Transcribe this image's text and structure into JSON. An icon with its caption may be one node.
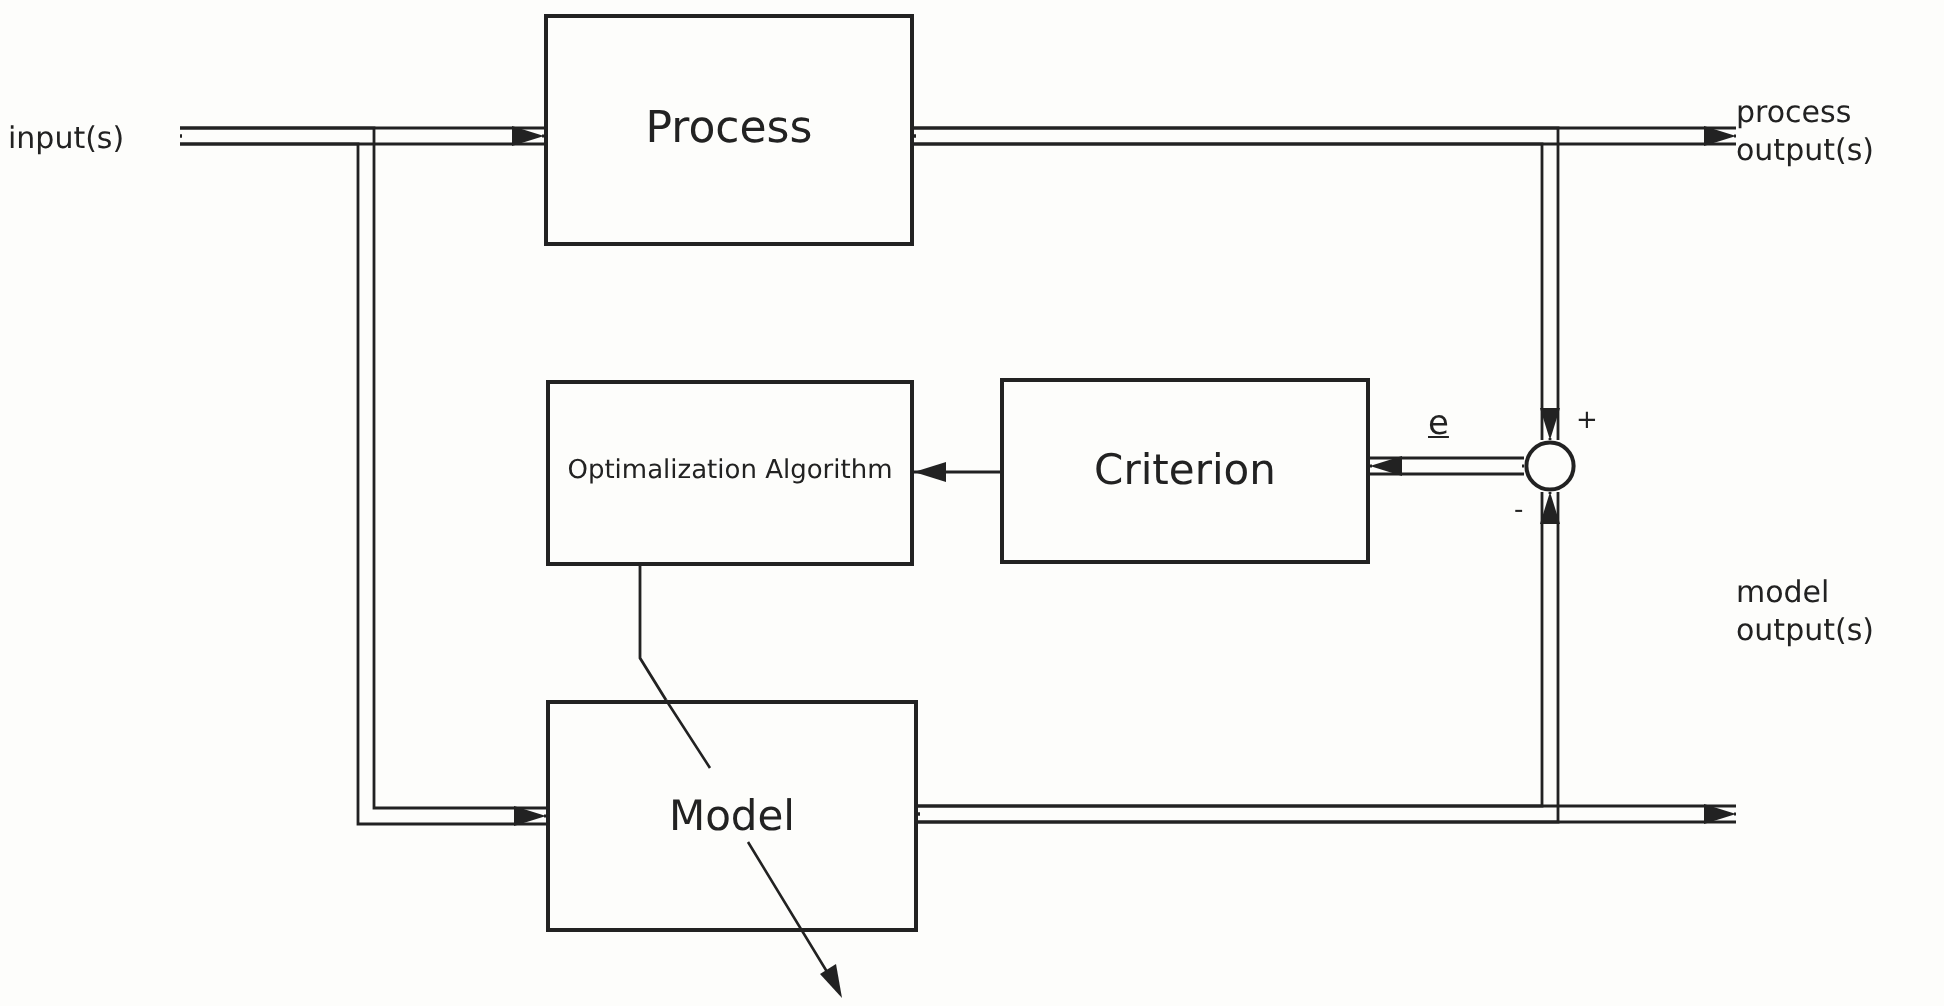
{
  "diagram": {
    "nodes": [
      {
        "text": [
          "input(s)"
        ]
      },
      {
        "text": [
          "Process"
        ]
      },
      {
        "text": [
          "process output(s)"
        ]
      },
      {
        "text": [
          "Optimalization Algorithm"
        ]
      },
      {
        "text": [
          "Criterion"
        ]
      },
      {
        "text": [],
        "shape": "circle",
        "beside": [
          "+",
          "-"
        ]
      },
      {
        "text": [
          "Model"
        ]
      },
      {
        "text": [
          "model output(s)"
        ]
      }
    ],
    "edges": [
      {
        "from": 0,
        "to": 1,
        "arrow": "to"
      },
      {
        "from": 0,
        "to": 6,
        "arrow": "to"
      },
      {
        "from": 1,
        "to": 2,
        "arrow": "to"
      },
      {
        "from": 1,
        "to": 5,
        "arrow": "to"
      },
      {
        "from": 5,
        "to": 4,
        "arrow": "to",
        "label": "e"
      },
      {
        "from": 4,
        "to": 3,
        "arrow": "to"
      },
      {
        "from": 3,
        "to": 6,
        "arrow": "none"
      },
      {
        "from": 6,
        "to": 7,
        "arrow": "to"
      },
      {
        "from": 6,
        "to": 5,
        "arrow": "to"
      }
    ]
  }
}
